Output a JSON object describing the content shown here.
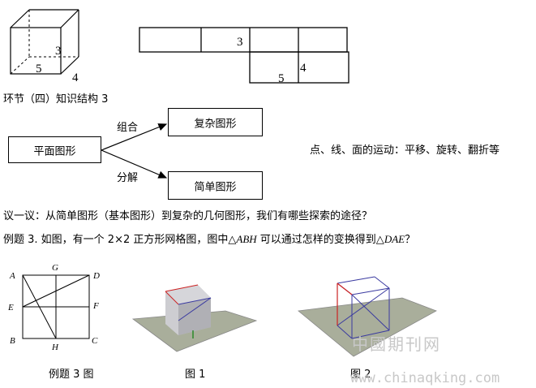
{
  "cube_labels": {
    "front": "3",
    "bottom": "5",
    "side": "4"
  },
  "net_labels": {
    "a": "3",
    "b": "4",
    "c": "5"
  },
  "section_title": "环节（四）知识结构 3",
  "concept_map": {
    "source": "平面图形",
    "edge_top": "组合",
    "target_top": "复杂图形",
    "edge_bottom": "分解",
    "target_bottom": "简单图形",
    "side_note": "点、线、面的运动：平移、旋转、翻折等"
  },
  "discussion": "议一议：从简单图形（基本图形）到复杂的几何图形，我们有哪些探索的途径？",
  "example": {
    "label": "例题 3.",
    "text_before": " 如图，有一个 2×2 正方形网格图，图中△",
    "tri1": "ABH",
    "text_middle": " 可以通过怎样的变换得到△",
    "tri2": "DAE",
    "text_after": "？"
  },
  "grid_labels": {
    "A": "A",
    "G": "G",
    "D": "D",
    "E": "E",
    "F": "F",
    "B": "B",
    "H": "H",
    "C": "C"
  },
  "captions": {
    "example": "例题 3 图",
    "fig1": "图 1",
    "fig2": "图 2"
  },
  "watermark": {
    "cn": "中國期刊网",
    "url": "www.chinaqking.com"
  },
  "colors": {
    "plane": "#a9ae9b",
    "cube_face": "#c2c2c6",
    "edge_red": "#cc2222",
    "edge_blue": "#3a3aa0",
    "watermark": "#c8c8c8"
  }
}
